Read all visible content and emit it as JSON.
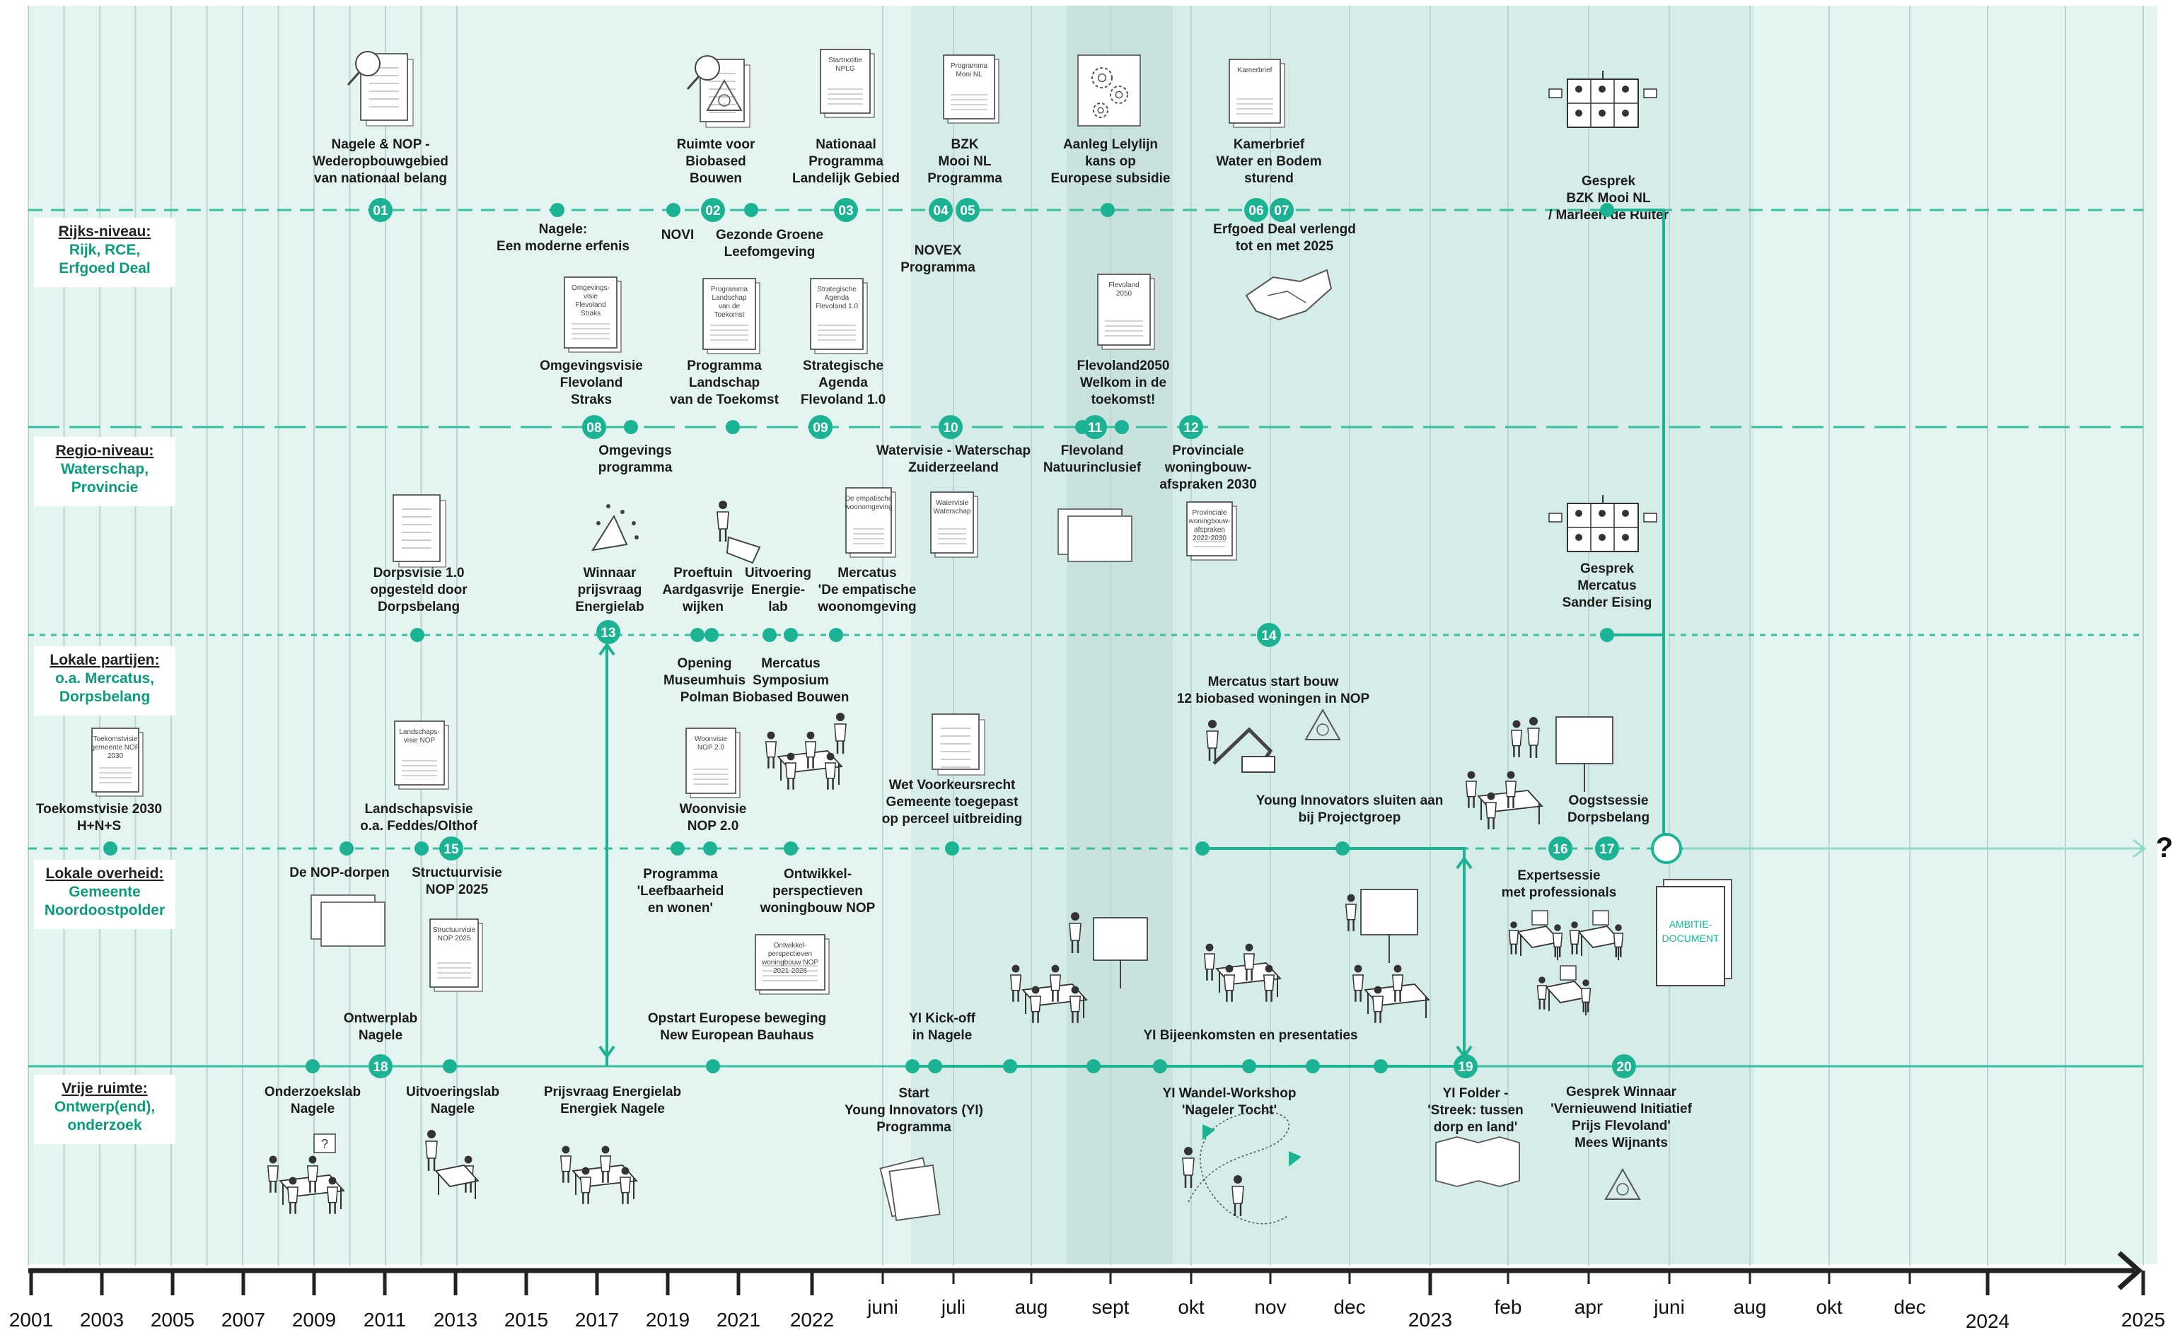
{
  "colors": {
    "accent": "#1cb394",
    "band_light": "#e4f4f1",
    "band_mid": "#d5ece8",
    "band_dark": "#c9e2de",
    "line": "#1cb394",
    "text": "#1b1b1b"
  },
  "levels": [
    {
      "id": "rijks",
      "title": "Rijks-niveau:",
      "lines": [
        "Rijk, RCE,",
        "Erfgoed Deal"
      ]
    },
    {
      "id": "regio",
      "title": "Regio-niveau:",
      "lines": [
        "Waterschap,",
        "Provincie"
      ]
    },
    {
      "id": "lokaal",
      "title": "Lokale partijen:",
      "lines": [
        "o.a. Mercatus,",
        "Dorpsbelang"
      ]
    },
    {
      "id": "overheid",
      "title": "Lokale overheid:",
      "lines": [
        "Gemeente",
        "Noordoostpolder"
      ]
    },
    {
      "id": "vrij",
      "title": "Vrije ruimte:",
      "lines": [
        "Ontwerp(end),",
        "onderzoek"
      ]
    }
  ],
  "axis": {
    "labels": [
      "2001",
      "2003",
      "2005",
      "2007",
      "2009",
      "2011",
      "2013",
      "2015",
      "2017",
      "2019",
      "2021",
      "2022",
      "juni",
      "juli",
      "aug",
      "sept",
      "okt",
      "nov",
      "dec",
      "2023",
      "feb",
      "apr",
      "juni",
      "aug",
      "okt",
      "dec",
      "2024",
      "2025"
    ],
    "end_mark": "?"
  },
  "numbers": [
    "01",
    "02",
    "03",
    "04",
    "05",
    "06",
    "07",
    "08",
    "09",
    "10",
    "11",
    "12",
    "13",
    "14",
    "15",
    "16",
    "17",
    "18",
    "19",
    "20"
  ],
  "events": [
    {
      "id": "e1",
      "lines": [
        "Nagele & NOP -",
        "Wederopbouwgebied",
        "van nationaal belang"
      ]
    },
    {
      "id": "e2",
      "lines": [
        "Ruimte voor",
        "Biobased",
        "Bouwen"
      ]
    },
    {
      "id": "e3",
      "lines": [
        "Nationaal",
        "Programma",
        "Landelijk Gebied"
      ]
    },
    {
      "id": "e4",
      "lines": [
        "BZK",
        "Mooi NL",
        "Programma"
      ]
    },
    {
      "id": "e5",
      "lines": [
        "Aanleg Lelylijn",
        "kans op",
        "Europese subsidie"
      ]
    },
    {
      "id": "e6",
      "lines": [
        "Kamerbrief",
        "Water en Bodem",
        "sturend"
      ]
    },
    {
      "id": "e7",
      "lines": [
        "Gesprek",
        "BZK Mooi NL",
        "/ Marleen de Ruiter"
      ]
    },
    {
      "id": "e8",
      "lines": [
        "Nagele:",
        "Een moderne erfenis"
      ]
    },
    {
      "id": "e9",
      "lines": [
        "NOVI"
      ]
    },
    {
      "id": "e10",
      "lines": [
        "Gezonde Groene",
        "Leefomgeving"
      ]
    },
    {
      "id": "e11",
      "lines": [
        "NOVEX",
        "Programma"
      ]
    },
    {
      "id": "e12",
      "lines": [
        "Erfgoed Deal verlengd",
        "tot en met 2025"
      ]
    },
    {
      "id": "e13",
      "lines": [
        "Omgevingsvisie",
        "Flevoland",
        "Straks"
      ]
    },
    {
      "id": "e14",
      "lines": [
        "Programma",
        "Landschap",
        "van de Toekomst"
      ]
    },
    {
      "id": "e15",
      "lines": [
        "Strategische",
        "Agenda",
        "Flevoland 1.0"
      ]
    },
    {
      "id": "e16",
      "lines": [
        "Flevoland2050",
        "Welkom in de",
        "toekomst!"
      ]
    },
    {
      "id": "e17",
      "lines": [
        "Omgevings",
        "programma"
      ]
    },
    {
      "id": "e18",
      "lines": [
        "Watervisie - Waterschap",
        "Zuiderzeeland"
      ]
    },
    {
      "id": "e19",
      "lines": [
        "Flevoland",
        "Natuurinclusief"
      ]
    },
    {
      "id": "e20",
      "lines": [
        "Provinciale",
        "woningbouw-",
        "afspraken 2030"
      ]
    },
    {
      "id": "e21",
      "lines": [
        "Dorpsvisie 1.0",
        "opgesteld door",
        "Dorpsbelang"
      ]
    },
    {
      "id": "e22",
      "lines": [
        "Winnaar",
        "prijsvraag",
        "Energielab"
      ]
    },
    {
      "id": "e23",
      "lines": [
        "Proeftuin",
        "Aardgasvrije",
        "wijken"
      ]
    },
    {
      "id": "e24",
      "lines": [
        "Uitvoering",
        "Energie-",
        "lab"
      ]
    },
    {
      "id": "e25",
      "lines": [
        "Mercatus",
        "'De empatische",
        "woonomgeving"
      ]
    },
    {
      "id": "e26",
      "lines": [
        "Gesprek",
        "Mercatus",
        "Sander Eising"
      ]
    },
    {
      "id": "e27",
      "lines": [
        "Opening",
        "Museumhuis",
        "Polman"
      ]
    },
    {
      "id": "e28",
      "lines": [
        "Mercatus",
        "Symposium",
        "Biobased Bouwen"
      ]
    },
    {
      "id": "e29",
      "lines": [
        "Mercatus start bouw",
        "12 biobased woningen in NOP"
      ]
    },
    {
      "id": "e30",
      "lines": [
        "Toekomstvisie 2030",
        "H+N+S"
      ]
    },
    {
      "id": "e31",
      "lines": [
        "Landschapsvisie",
        "o.a. Feddes/Olthof"
      ]
    },
    {
      "id": "e32",
      "lines": [
        "Woonvisie",
        "NOP 2.0"
      ]
    },
    {
      "id": "e33",
      "lines": [
        "Wet Voorkeursrecht",
        "Gemeente toegepast",
        "op perceel uitbreiding"
      ]
    },
    {
      "id": "e34",
      "lines": [
        "Young Innovators sluiten aan",
        "bij Projectgroep"
      ]
    },
    {
      "id": "e35",
      "lines": [
        "Oogstsessie",
        "Dorpsbelang"
      ]
    },
    {
      "id": "e36",
      "lines": [
        "De NOP-dorpen"
      ]
    },
    {
      "id": "e37",
      "lines": [
        "Structuurvisie",
        "NOP 2025"
      ]
    },
    {
      "id": "e38",
      "lines": [
        "Programma",
        "'Leefbaarheid",
        "en wonen'"
      ]
    },
    {
      "id": "e39",
      "lines": [
        "Ontwikkel-",
        "perspectieven",
        "woningbouw NOP"
      ]
    },
    {
      "id": "e40",
      "lines": [
        "Expertsessie",
        "met professionals"
      ]
    },
    {
      "id": "e41",
      "lines": [
        "Ontwerplab",
        "Nagele"
      ]
    },
    {
      "id": "e42",
      "lines": [
        "Opstart Europese beweging",
        "New European Bauhaus"
      ]
    },
    {
      "id": "e43",
      "lines": [
        "YI Kick-off",
        "in Nagele"
      ]
    },
    {
      "id": "e44",
      "lines": [
        "YI Bijeenkomsten en presentaties"
      ]
    },
    {
      "id": "e45",
      "lines": [
        "Onderzoekslab",
        "Nagele"
      ]
    },
    {
      "id": "e46",
      "lines": [
        "Uitvoeringslab",
        "Nagele"
      ]
    },
    {
      "id": "e47",
      "lines": [
        "Prijsvraag Energielab",
        "Energiek Nagele"
      ]
    },
    {
      "id": "e48",
      "lines": [
        "Start",
        "Young Innovators (YI)",
        "Programma"
      ]
    },
    {
      "id": "e49",
      "lines": [
        "YI Wandel-Workshop",
        "'Nageler Tocht'"
      ]
    },
    {
      "id": "e50",
      "lines": [
        "YI Folder -",
        "'Streek: tussen",
        "dorp en land'"
      ]
    },
    {
      "id": "e51",
      "lines": [
        "Gesprek Winnaar",
        "'Vernieuwend Initiatief",
        "Prijs Flevoland'",
        "Mees Wijnants"
      ]
    }
  ],
  "docs": [
    {
      "id": "d1",
      "lines": [
        "Startnotitie",
        "NPLG"
      ]
    },
    {
      "id": "d2",
      "lines": [
        "Programma",
        "Mooi NL"
      ]
    },
    {
      "id": "d3",
      "lines": [
        "Kamerbrief"
      ]
    },
    {
      "id": "d4",
      "lines": [
        "Omgevings-",
        "visie",
        "Flevoland",
        "Straks"
      ]
    },
    {
      "id": "d5",
      "lines": [
        "Programma",
        "Landschap",
        "van de",
        "Toekomst"
      ]
    },
    {
      "id": "d6",
      "lines": [
        "Strategische",
        "Agenda",
        "Flevoland 1.0"
      ]
    },
    {
      "id": "d7",
      "lines": [
        "Flevoland",
        "2050"
      ]
    },
    {
      "id": "d8",
      "lines": [
        "De empatische",
        "woonomgeving"
      ]
    },
    {
      "id": "d9",
      "lines": [
        "Watervisie",
        "Waterschap"
      ]
    },
    {
      "id": "d10",
      "lines": [
        "Provinciale",
        "woningbouw-",
        "afspraken",
        "2022-2030"
      ]
    },
    {
      "id": "d11",
      "lines": [
        "Toekomstvisie",
        "gemeente NOP",
        "2030"
      ]
    },
    {
      "id": "d12",
      "lines": [
        "Landschaps-",
        "visie NOP"
      ]
    },
    {
      "id": "d13",
      "lines": [
        "Woonvisie",
        "NOP 2.0"
      ]
    },
    {
      "id": "d14",
      "lines": [
        "Structuurvisie",
        "NOP 2025"
      ]
    },
    {
      "id": "d15",
      "lines": [
        "Ontwikkel-",
        "perspectieven",
        "woningbouw NOP",
        "2021-2026"
      ]
    }
  ],
  "ambitie": [
    "AMBITIE-",
    "DOCUMENT"
  ]
}
